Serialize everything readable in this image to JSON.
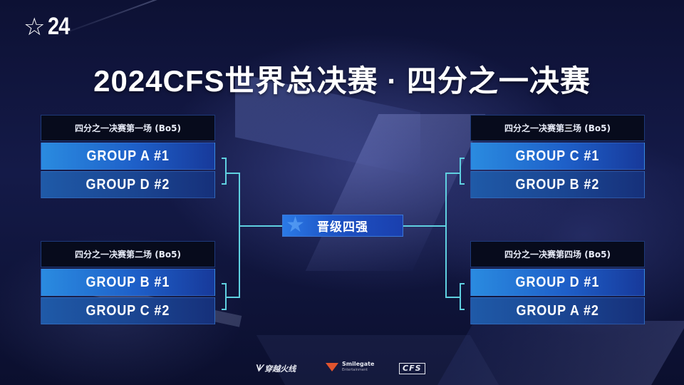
{
  "logo": {
    "icon": "star-icon",
    "text": "24"
  },
  "title": "2024CFS世界总决赛 · 四分之一决赛",
  "matches": [
    {
      "header": "四分之一决赛第一场 (Bo5)",
      "team1": "GROUP A  #1",
      "team2": "GROUP D  #2"
    },
    {
      "header": "四分之一决赛第二场 (Bo5)",
      "team1": "GROUP B  #1",
      "team2": "GROUP C  #2"
    },
    {
      "header": "四分之一决赛第三场 (Bo5)",
      "team1": "GROUP C  #1",
      "team2": "GROUP B  #2"
    },
    {
      "header": "四分之一决赛第四场 (Bo5)",
      "team1": "GROUP D  #1",
      "team2": "GROUP A  #2"
    }
  ],
  "center_badge": {
    "icon": "star-icon",
    "label": "晋级四强"
  },
  "footer": {
    "logos": [
      {
        "name": "crossfire-logo",
        "text": "穿越火线"
      },
      {
        "name": "smilegate-logo",
        "text": "Smilegate",
        "subtext": "Entertainment"
      },
      {
        "name": "cfs-logo",
        "text": "CFS"
      }
    ]
  },
  "colors": {
    "background": "#0c1030",
    "header_box": "#070b1c",
    "row_first": "#2a8be0",
    "row_second": "#1f5aa8",
    "bracket_line": "#5fd0e0",
    "badge": "#1e55c6"
  }
}
